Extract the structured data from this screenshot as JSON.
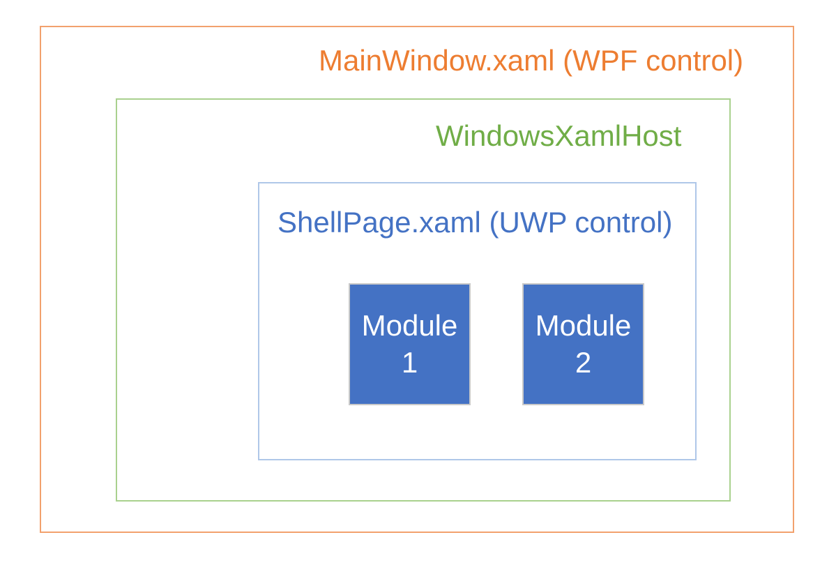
{
  "diagram": {
    "title": "MainWindow.xaml (WPF control)",
    "host_label": "WindowsXamlHost",
    "shell_label": "ShellPage.xaml (UWP control)",
    "modules": [
      {
        "label": "Module",
        "number": "1"
      },
      {
        "label": "Module",
        "number": "2"
      }
    ],
    "colors": {
      "wpf_border": "#f2a16d",
      "wpf_text": "#ed7d31",
      "host_border": "#a9d18e",
      "host_text": "#70ad47",
      "shell_border": "#afc7e8",
      "shell_text": "#4472c4",
      "module_fill": "#4472c4",
      "module_border": "#c9c9c9",
      "module_text": "#ffffff",
      "background": "#ffffff"
    }
  }
}
